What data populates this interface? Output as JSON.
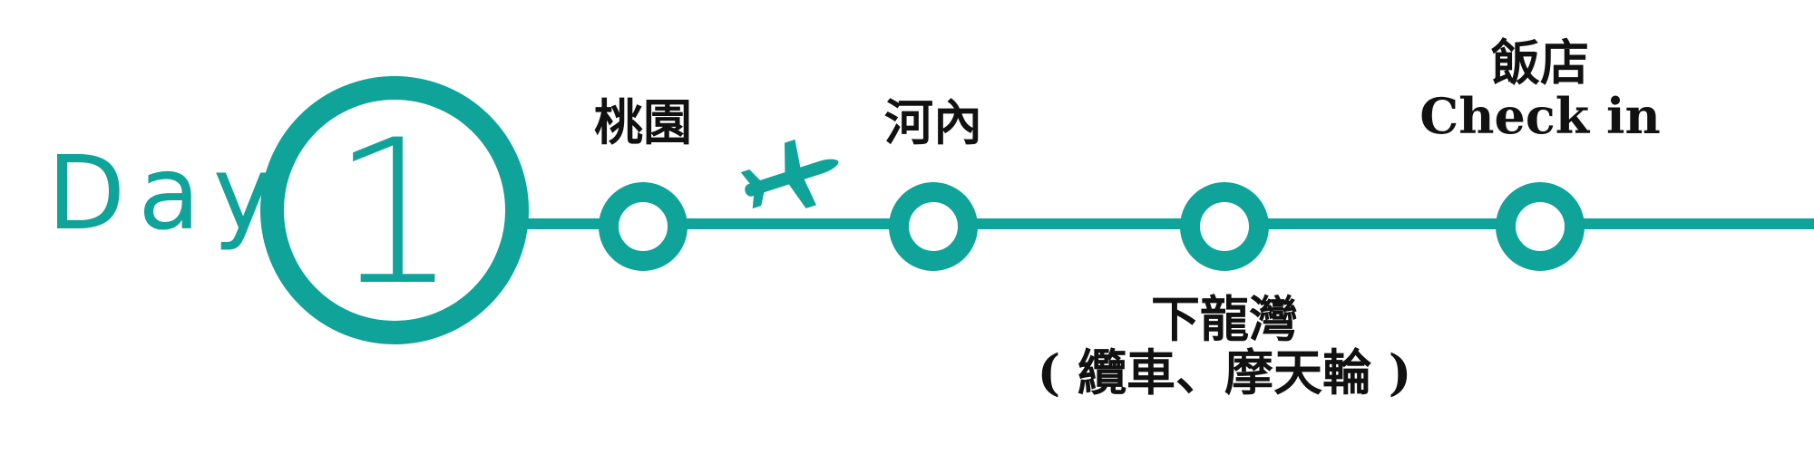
{
  "theme": {
    "accent": "#0fa39a",
    "text": "#111111",
    "background": "#ffffff"
  },
  "day": {
    "label": "Day",
    "number": "1"
  },
  "stops": [
    {
      "id": "taoyuan",
      "label": "桃園"
    },
    {
      "id": "hanoi",
      "label": "河內"
    },
    {
      "id": "halong",
      "line1": "下龍灣",
      "line2": "( 纜車、摩天輪 )"
    },
    {
      "id": "hotel",
      "line1": "飯店",
      "line2": "Check in"
    }
  ],
  "icons": {
    "flight": "airplane-icon"
  }
}
